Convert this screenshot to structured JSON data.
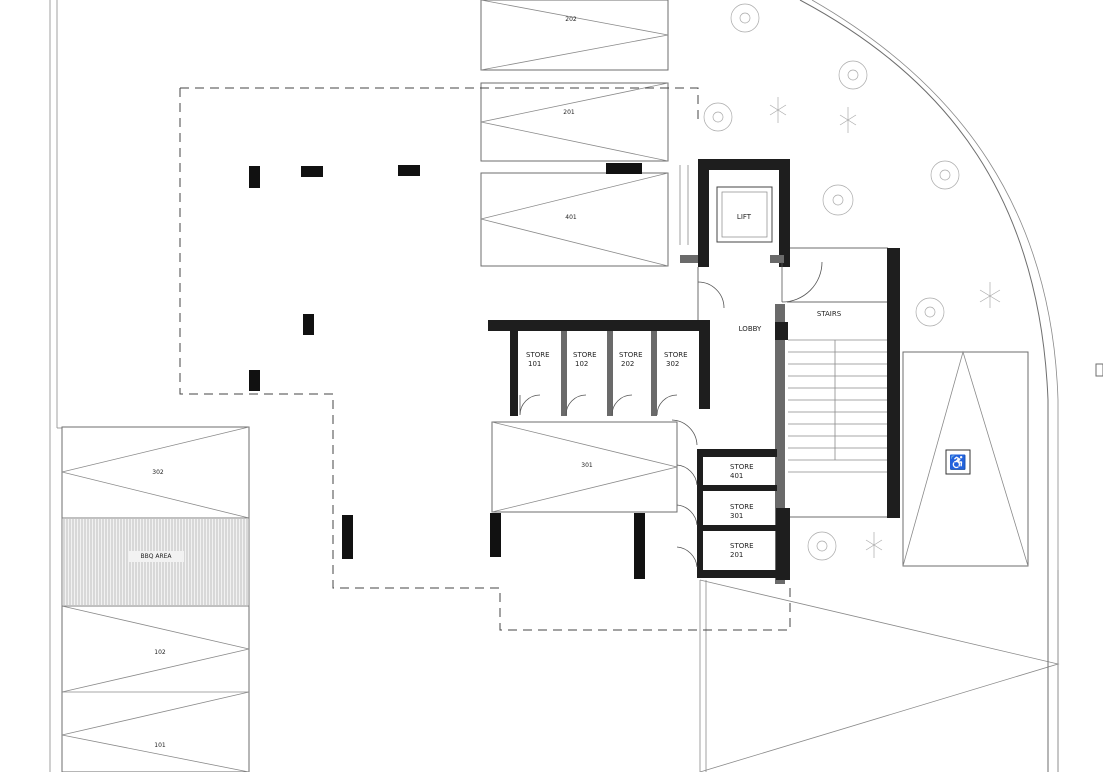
{
  "labels": {
    "bay_202_top": "202",
    "bay_201": "201",
    "bay_401": "401",
    "bay_301": "301",
    "bay_302": "302",
    "bay_102": "102",
    "bay_101": "101",
    "bbq_area": "BBQ AREA",
    "lift": "LIFT",
    "lobby": "LOBBY",
    "stairs": "STAIRS",
    "store_101": [
      "STORE",
      "101"
    ],
    "store_102": [
      "STORE",
      "102"
    ],
    "store_202": [
      "STORE",
      "202"
    ],
    "store_302": [
      "STORE",
      "302"
    ],
    "store_401": [
      "STORE",
      "401"
    ],
    "store_301": [
      "STORE",
      "301"
    ],
    "store_201": [
      "STORE",
      "201"
    ],
    "accessible_symbol": "♿"
  },
  "colors": {
    "wall": "#1e1e1e",
    "wall_secondary": "#6a6a6a",
    "line": "#8a8a8a",
    "dashed_outline": "#444444"
  },
  "icons": {
    "accessible_parking": "wheelchair-icon",
    "landscape": "tree-icon"
  }
}
